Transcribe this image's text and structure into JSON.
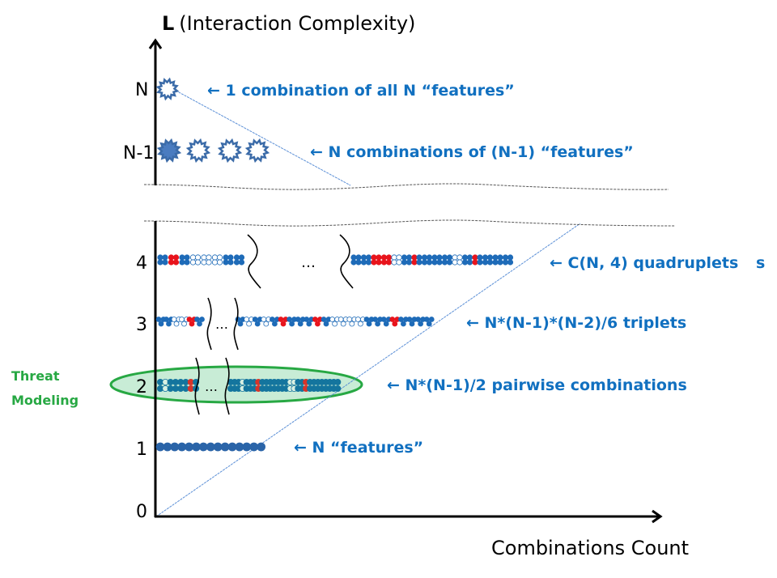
{
  "chart_data": {
    "type": "diagram",
    "title": "Interaction complexity vs. combinations count",
    "y_axis": {
      "label_bold": "L",
      "label_rest": "(Interaction Complexity)",
      "ticks": [
        "0",
        "1",
        "2",
        "3",
        "4",
        "N-1",
        "N"
      ]
    },
    "x_axis": {
      "label": "Combinations Count"
    },
    "levels": [
      {
        "level": "N",
        "annotation": "← 1 combination of all N “features”",
        "glyph": "starburst",
        "groups": 1
      },
      {
        "level": "N-1",
        "annotation": "← N combinations of (N-1) “features”",
        "glyph": "starburst",
        "groups": 4
      },
      {
        "level": "4",
        "annotation": "← C(N, 4) quadruplets",
        "glyph": "quad",
        "ellipsis": "…"
      },
      {
        "level": "3",
        "annotation": "← N*(N-1)*(N-2)/6 triplets",
        "glyph": "triplet",
        "ellipsis": "…"
      },
      {
        "level": "2",
        "annotation": "← N*(N-1)/2 pairwise combinations",
        "glyph": "pair",
        "ellipsis": "…",
        "highlighted": true
      },
      {
        "level": "1",
        "annotation": "← N “features”",
        "glyph": "single",
        "count": 15
      }
    ],
    "highlight": {
      "label_line1": "Threat",
      "label_line2": "Modeling",
      "level": "2"
    },
    "trailing_fragment": "s"
  },
  "colors": {
    "feature_blue": "#1e6bb8",
    "pair_teal": "#14759e",
    "accent_red": "#e8141c",
    "label_blue": "#1170c0",
    "highlight_green": "#27a843",
    "highlight_fill": "#c8ecd6",
    "guide_line": "#5b8fd6"
  }
}
